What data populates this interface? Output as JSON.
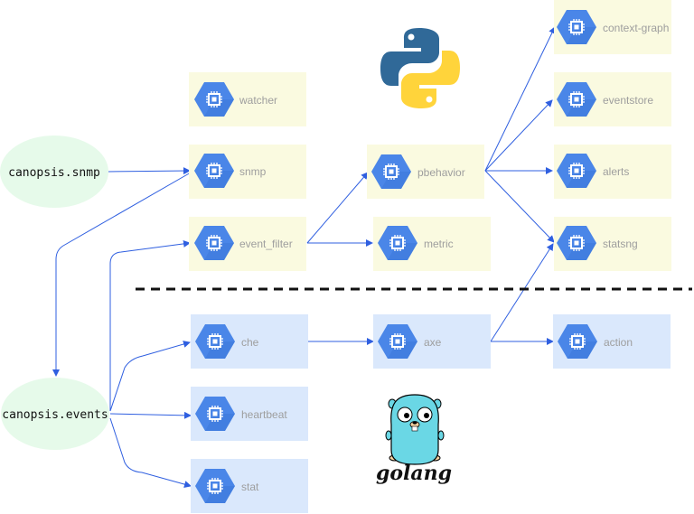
{
  "queues": {
    "snmp": "canopsis.snmp",
    "events": "canopsis.events"
  },
  "python_engines": {
    "watcher": "watcher",
    "snmp": "snmp",
    "event_filter": "event_filter",
    "pbehavior": "pbehavior",
    "metric": "metric",
    "context_graph": "context-graph",
    "eventstore": "eventstore",
    "alerts": "alerts",
    "statsng": "statsng"
  },
  "go_engines": {
    "che": "che",
    "heartbeat": "heartbeat",
    "stat": "stat",
    "axe": "axe",
    "action": "action"
  },
  "logos": {
    "python": "python-logo",
    "golang": "golang"
  },
  "colors": {
    "python_box": "#fafae0",
    "go_box": "#dae8fc",
    "queue_ellipse": "#e6faea",
    "icon_hex": "#4a86e8",
    "edge": "#2f5fe0",
    "separator": "#111111"
  },
  "icon": "cpu-chip-icon"
}
